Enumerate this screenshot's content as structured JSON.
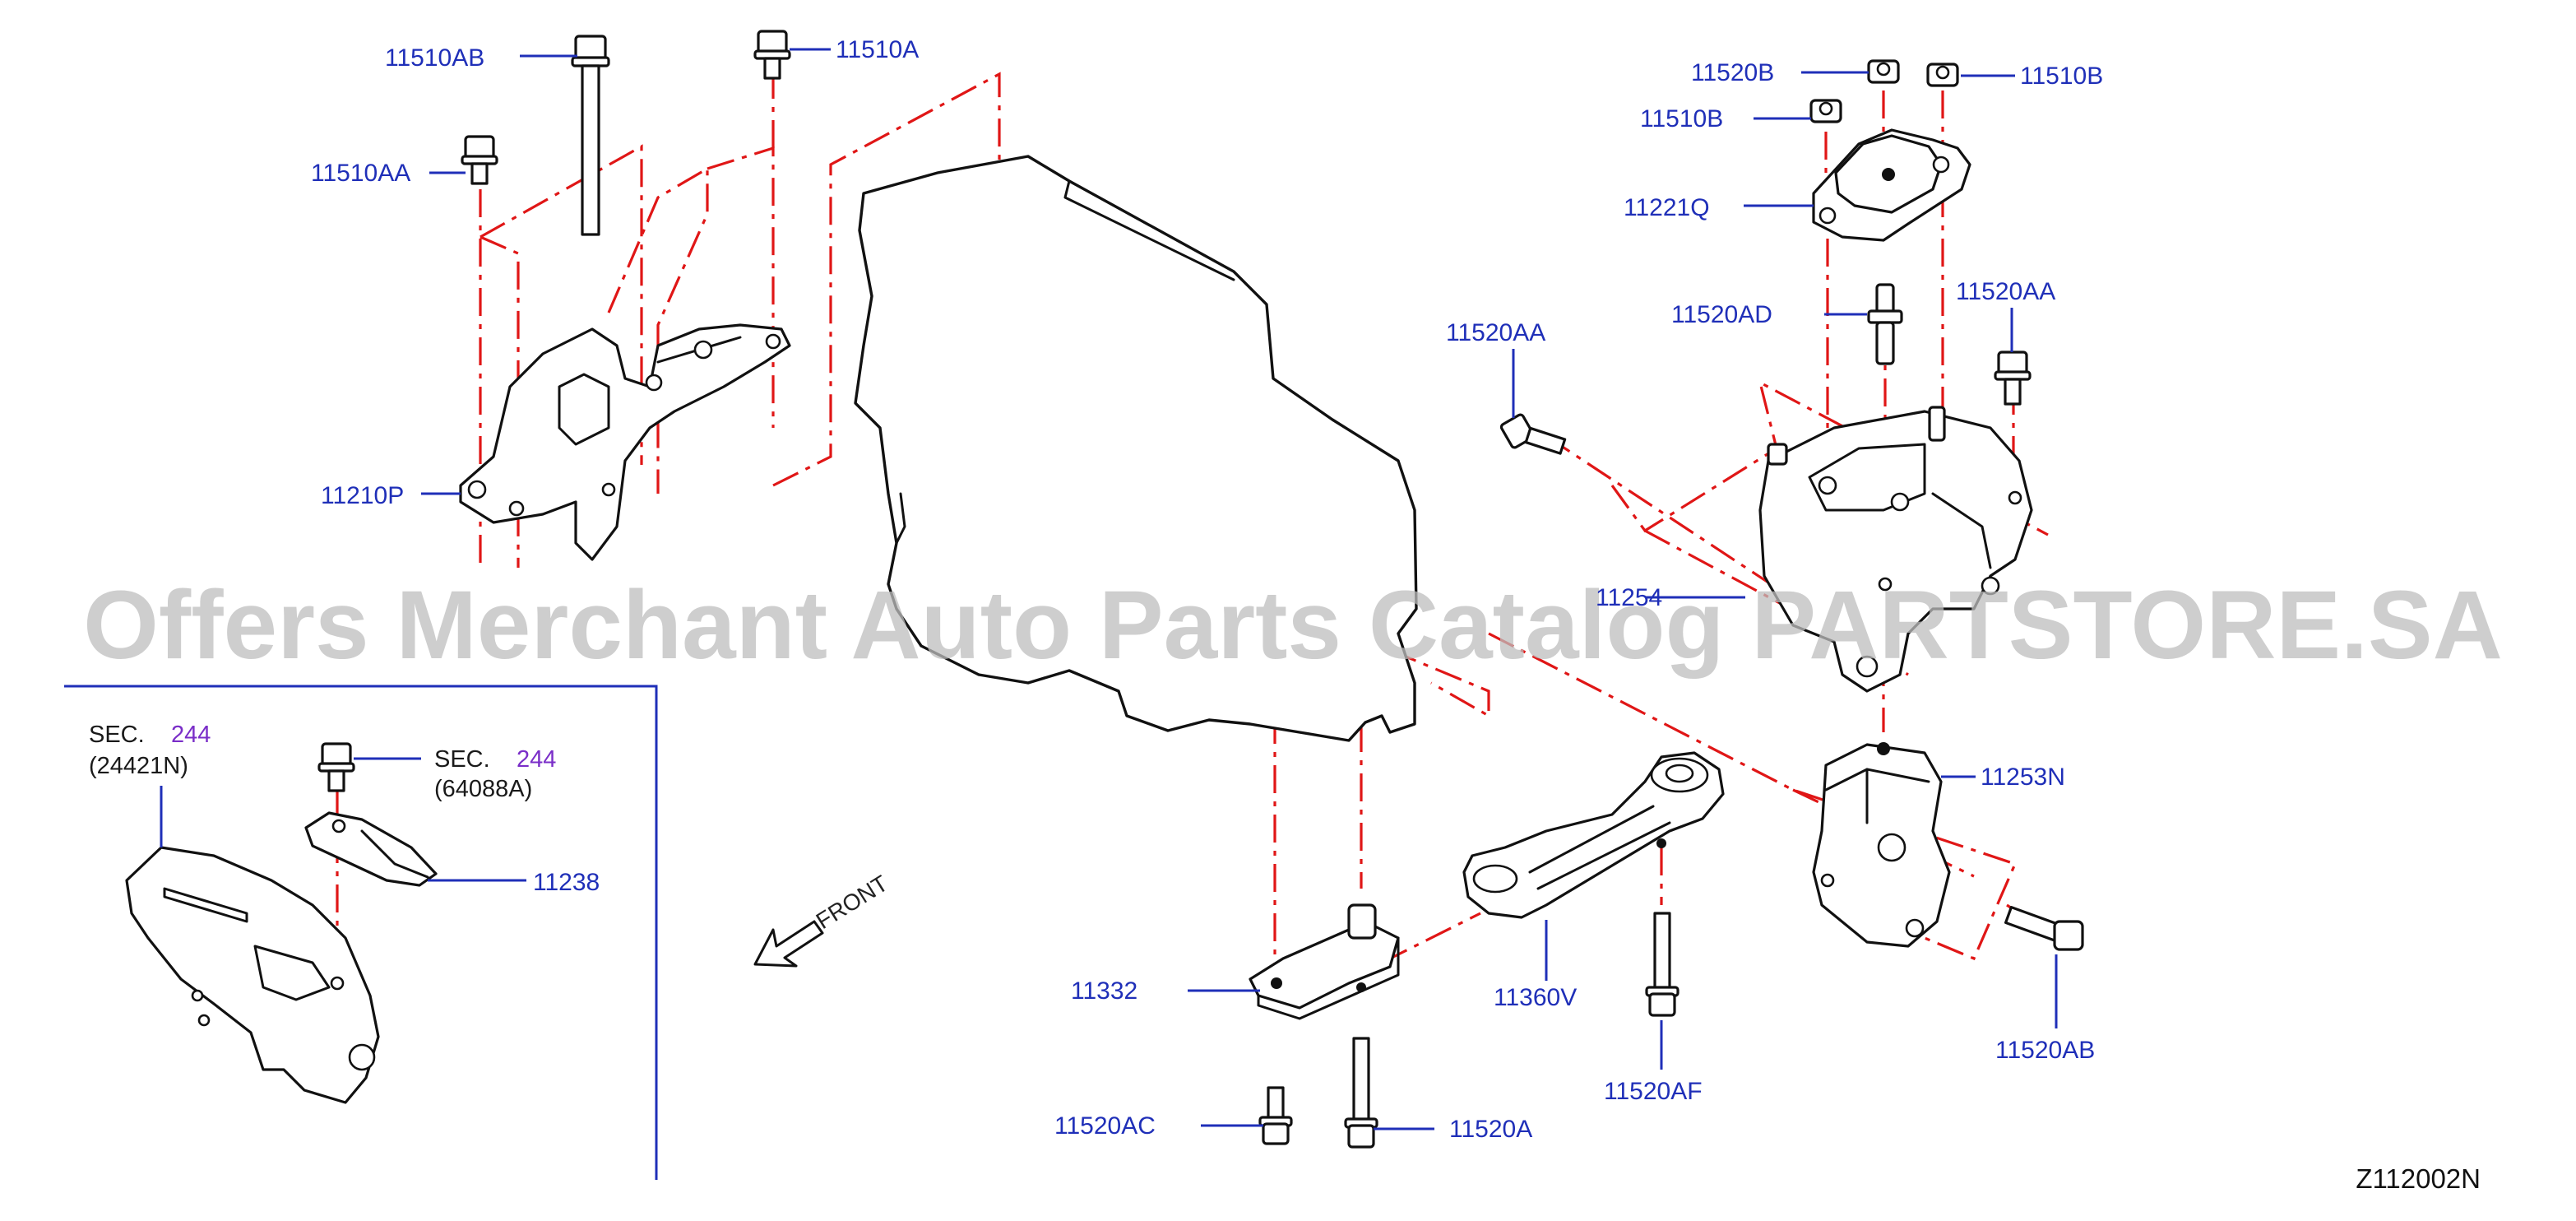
{
  "colors": {
    "label": "#1f2fb8",
    "leader": "#1f2fb8",
    "assembly_line": "#e01616",
    "sec_number": "#7a2ec8",
    "watermark": "#bdbdbd",
    "inset_frame": "#1f2fb8"
  },
  "watermark": "Offers Merchant Auto Parts Catalog PARTSTORE.SA",
  "figure_code": "Z112002N",
  "front_label": "FRONT",
  "parts": {
    "p11510AB": "11510AB",
    "p11510A_top": "11510A",
    "p11510AA": "11510AA",
    "p11210P": "11210P",
    "p11520B": "11520B",
    "p11510B_left": "11510B",
    "p11510B_right": "11510B",
    "p11221Q": "11221Q",
    "p11520AD": "11520AD",
    "p11520AA_left": "11520AA",
    "p11520AA_right": "11520AA",
    "p11254": "11254",
    "p11253N": "11253N",
    "p11238": "11238",
    "p11332": "11332",
    "p11360V": "11360V",
    "p11520AF": "11520AF",
    "p11520AB": "11520AB",
    "p11520AC": "11520AC",
    "p11520A_bottom": "11520A"
  },
  "sec_refs": [
    {
      "prefix": "SEC.",
      "number": "244",
      "code": "(24421N)"
    },
    {
      "prefix": "SEC.",
      "number": "244",
      "code": "(64088A)"
    }
  ]
}
